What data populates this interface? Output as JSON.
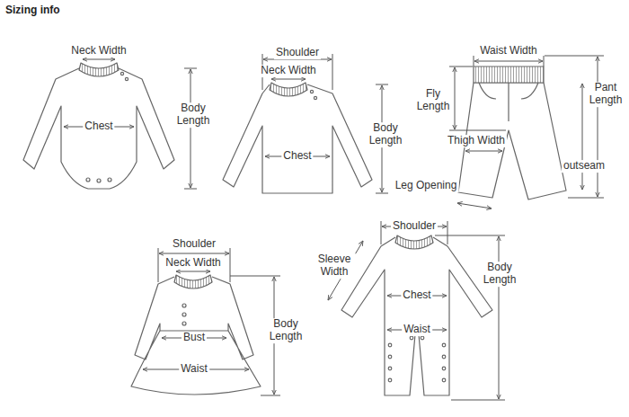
{
  "diagram": {
    "title": "Sizing info",
    "labels": [
      "Neck Width",
      "Chest",
      "Body Length",
      "Shoulder",
      "Neck Width",
      "Chest",
      "Body Length",
      "Waist Width",
      "Fly Length",
      "Pant Length",
      "Thigh Width",
      "outseam",
      "Leg Opening",
      "Shoulder",
      "Neck Width",
      "Bust",
      "Body Length",
      "Waist",
      "Shoulder",
      "Sleeve Width",
      "Chest",
      "Body Length",
      "Waist"
    ]
  }
}
